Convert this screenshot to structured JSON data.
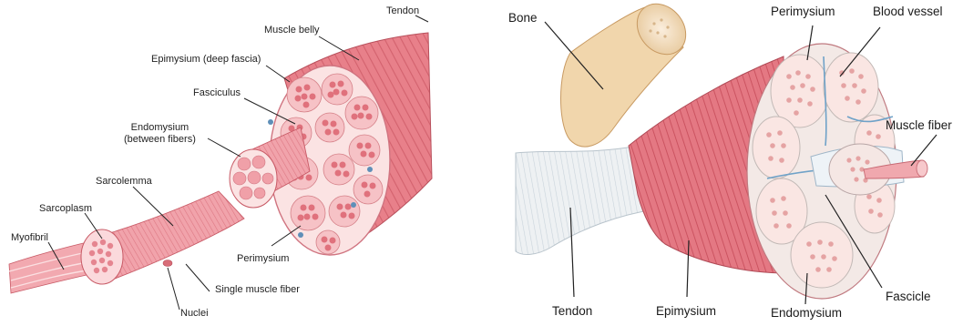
{
  "left_diagram": {
    "labels": {
      "tendon": "Tendon",
      "muscle_belly": "Muscle belly",
      "epimysium_deep_fascia": "Epimysium (deep fascia)",
      "fasciculus": "Fasciculus",
      "endomysium_line1": "Endomysium",
      "endomysium_line2": "(between fibers)",
      "sarcolemma": "Sarcolemma",
      "sarcoplasm": "Sarcoplasm",
      "myofibril": "Myofibril",
      "perimysium": "Perimysium",
      "single_muscle_fiber": "Single muscle fiber",
      "nuclei": "Nuclei"
    }
  },
  "right_diagram": {
    "labels": {
      "bone": "Bone",
      "perimysium": "Perimysium",
      "blood_vessel": "Blood vessel",
      "muscle_fiber": "Muscle fiber",
      "tendon": "Tendon",
      "epimysium": "Epimysium",
      "endomysium": "Endomysium",
      "fascicle": "Fascicle"
    }
  },
  "colors": {
    "muscle": "#e8808a",
    "muscle_dark": "#cf5a66",
    "muscle_light": "#f6c2c6",
    "fascia": "#fbe3e3",
    "bone": "#f1d6ac",
    "bone_shade": "#d9b27e",
    "tendon": "#eef0f2",
    "blood_vessel": "#6fa2c8",
    "leader_line": "#222222"
  }
}
